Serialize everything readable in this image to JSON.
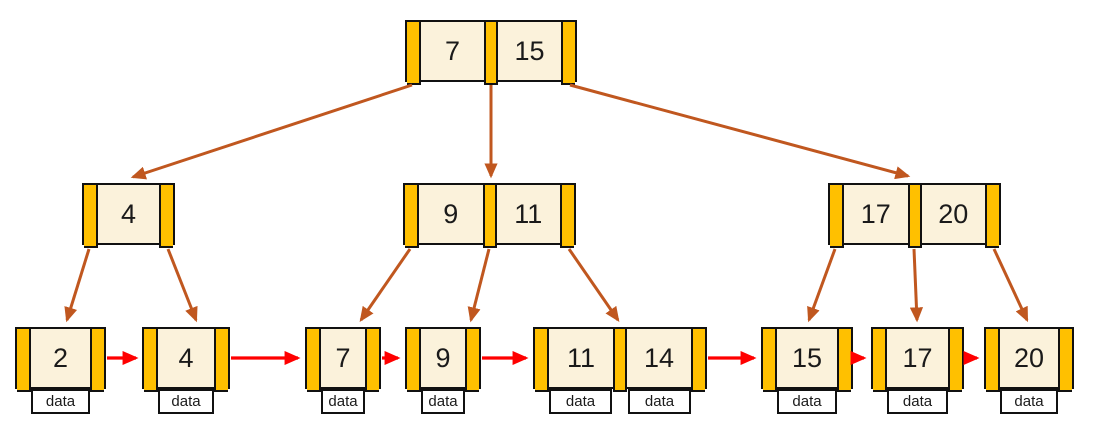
{
  "figure": {
    "type": "b-plus-tree-diagram",
    "data_label": "data",
    "root": {
      "keys": [
        "7",
        "15"
      ]
    },
    "internal_nodes": [
      {
        "keys": [
          "4"
        ]
      },
      {
        "keys": [
          "9",
          "11"
        ]
      },
      {
        "keys": [
          "17",
          "20"
        ]
      }
    ],
    "leaf_nodes": [
      {
        "keys": [
          "2"
        ]
      },
      {
        "keys": [
          "4"
        ]
      },
      {
        "keys": [
          "7"
        ]
      },
      {
        "keys": [
          "9"
        ]
      },
      {
        "keys": [
          "11",
          "14"
        ]
      },
      {
        "keys": [
          "15"
        ]
      },
      {
        "keys": [
          "17"
        ]
      },
      {
        "keys": [
          "20"
        ]
      }
    ],
    "colors": {
      "pointer_slot": "#FFC000",
      "key_cell": "#FBF2DB",
      "node_border": "#111111",
      "tree_arrow": "#C0571F",
      "leaf_link_arrow": "#FF0000",
      "background": "#FFFFFF"
    }
  }
}
